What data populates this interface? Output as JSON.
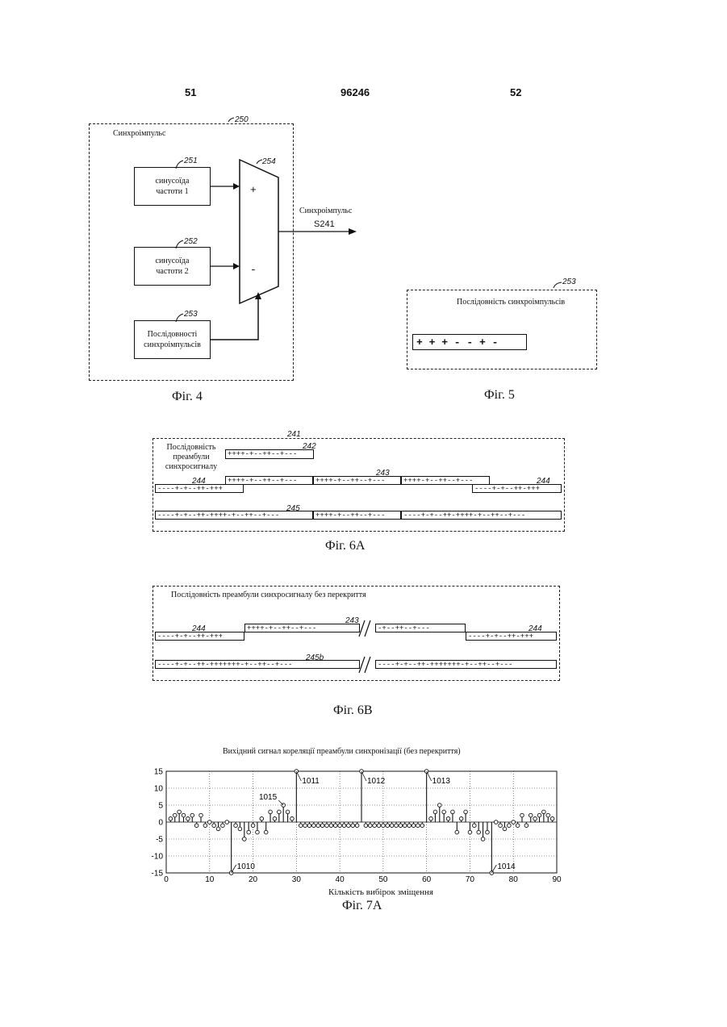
{
  "header": {
    "left_page": "51",
    "patent_number": "96246",
    "right_page": "52"
  },
  "fig4": {
    "caption": "Фіг. 4",
    "ref_250": "250",
    "container_label": "Синхроімпульс",
    "ref_251": "251",
    "block_251": "синусоїда частоти 1",
    "ref_252": "252",
    "block_252": "синусоїда частоти 2",
    "ref_253": "253",
    "block_253": "Послідовності синхроімпульсів",
    "ref_254": "254",
    "plus_sign": "+",
    "minus_sign": "-",
    "output_label": "Синхроімпульс",
    "output_signal": "S241"
  },
  "fig5": {
    "caption": "Фіг. 5",
    "ref_253": "253",
    "title": "Послідовність синхроімпульсів",
    "sequence": "+ + + - - + -"
  },
  "fig6a": {
    "caption": "Фіг. 6A",
    "ref_241": "241",
    "title": "Послідовність преамбули синхросигналу",
    "ref_242": "242",
    "seq_242": "++++-+--++--+---",
    "ref_243": "243",
    "seq_243": "++++-+--++--+---",
    "ref_244": "244",
    "seq_244": "----+-+--++-+++",
    "ref_245": "245",
    "seq_245": "----+-+--++-++++-+--++--+---"
  },
  "fig6b": {
    "caption": "Фіг. 6B",
    "title": "Послідовність преамбули синхросигналу без перекриття",
    "ref_243": "243",
    "seq_243": "++++-+--++--+---",
    "seq_243_tail": "-+--++--+---",
    "seq_243_break": "++++",
    "ref_244": "244",
    "seq_244": "----+-+--++-+++",
    "ref_245b": "245b",
    "seq_245b": "----+-+--++-+++++++-+--++--+---"
  },
  "fig7a": {
    "caption": "Фіг. 7A",
    "chart_data": {
      "type": "stem",
      "title": "Вихідний сигнал кореляції преамбули синхронізації (без перекриття)",
      "xlabel": "Кількість вибірок зміщення",
      "ylabel": "",
      "xlim": [
        0,
        90
      ],
      "ylim": [
        -15,
        15
      ],
      "xticks": [
        0,
        10,
        20,
        30,
        40,
        50,
        60,
        70,
        80,
        90
      ],
      "yticks": [
        15,
        10,
        5,
        0,
        -5,
        -10,
        -15
      ],
      "grid": true,
      "x": [
        1,
        2,
        3,
        4,
        5,
        6,
        7,
        8,
        9,
        10,
        11,
        12,
        13,
        14,
        15,
        16,
        17,
        18,
        19,
        20,
        21,
        22,
        23,
        24,
        25,
        26,
        27,
        28,
        29,
        30,
        31,
        32,
        33,
        34,
        35,
        36,
        37,
        38,
        39,
        40,
        41,
        42,
        43,
        44,
        45,
        46,
        47,
        48,
        49,
        50,
        51,
        52,
        53,
        54,
        55,
        56,
        57,
        58,
        59,
        60,
        61,
        62,
        63,
        64,
        65,
        66,
        67,
        68,
        69,
        70,
        71,
        72,
        73,
        74,
        75,
        76,
        77,
        78,
        79,
        80,
        81,
        82,
        83,
        84,
        85,
        86,
        87,
        88,
        89
      ],
      "y": [
        1,
        2,
        3,
        2,
        1,
        2,
        -1,
        2,
        -1,
        0,
        -1,
        -2,
        -1,
        0,
        -15,
        -1,
        -2,
        -5,
        -3,
        -1,
        -3,
        1,
        -3,
        3,
        1,
        3,
        5,
        3,
        1,
        15,
        -1,
        -1,
        -1,
        -1,
        -1,
        -1,
        -1,
        -1,
        -1,
        -1,
        -1,
        -1,
        -1,
        -1,
        15,
        -1,
        -1,
        -1,
        -1,
        -1,
        -1,
        -1,
        -1,
        -1,
        -1,
        -1,
        -1,
        -1,
        -1,
        15,
        1,
        3,
        5,
        3,
        1,
        3,
        -3,
        1,
        3,
        -3,
        -1,
        -3,
        -5,
        -3,
        -15,
        0,
        -1,
        -2,
        -1,
        0,
        -1,
        2,
        -1,
        2,
        1,
        2,
        3,
        2,
        1
      ],
      "annotations": [
        {
          "label": "1010",
          "x": 15,
          "y": -15
        },
        {
          "label": "1011",
          "x": 30,
          "y": 15
        },
        {
          "label": "1012",
          "x": 45,
          "y": 15
        },
        {
          "label": "1013",
          "x": 60,
          "y": 15
        },
        {
          "label": "1014",
          "x": 75,
          "y": -15
        },
        {
          "label": "1015",
          "x": 27,
          "y": 5
        }
      ]
    }
  }
}
